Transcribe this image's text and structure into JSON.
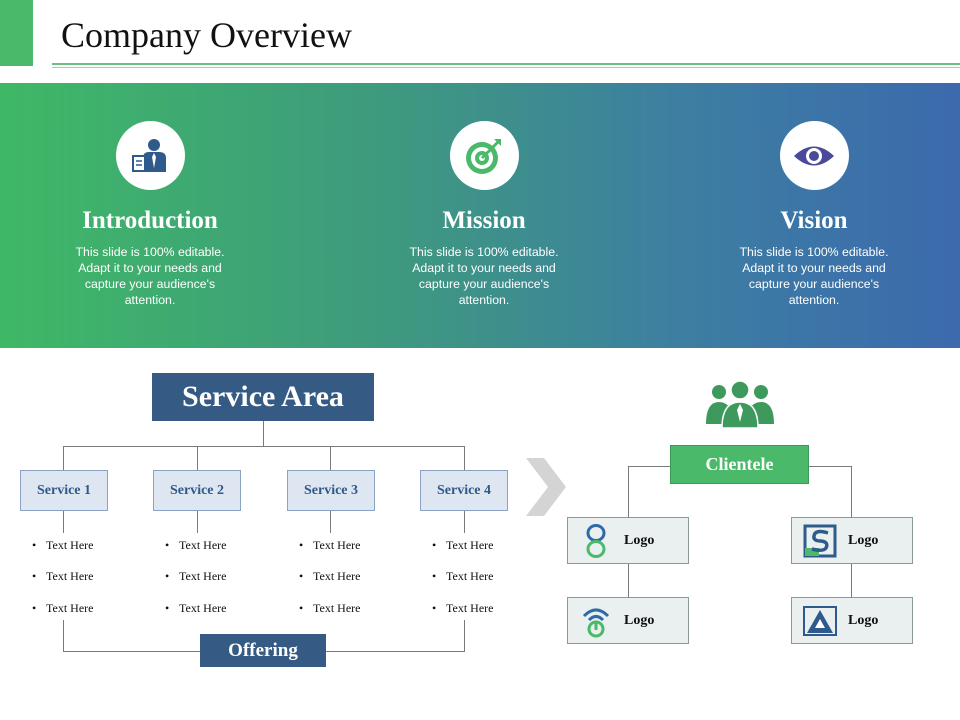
{
  "header": {
    "title": "Company Overview"
  },
  "pillars": [
    {
      "title": "Introduction",
      "text": "This slide is 100% editable. Adapt it to your needs and capture your audience's attention.",
      "icon": "presenter-icon"
    },
    {
      "title": "Mission",
      "text": "This slide is 100% editable. Adapt it to your needs and capture your audience's attention.",
      "icon": "target-icon"
    },
    {
      "title": "Vision",
      "text": "This slide is 100% editable. Adapt it to your needs and capture your audience's attention.",
      "icon": "eye-icon"
    }
  ],
  "service_area": {
    "title": "Service Area",
    "services": [
      {
        "label": "Service 1",
        "items": [
          "Text Here",
          "Text Here",
          "Text Here"
        ]
      },
      {
        "label": "Service 2",
        "items": [
          "Text Here",
          "Text Here",
          "Text Here"
        ]
      },
      {
        "label": "Service 3",
        "items": [
          "Text Here",
          "Text Here",
          "Text Here"
        ]
      },
      {
        "label": "Service 4",
        "items": [
          "Text Here",
          "Text Here",
          "Text Here"
        ]
      }
    ],
    "offering": "Offering"
  },
  "clientele": {
    "title": "Clientele",
    "logos": [
      {
        "label": "Logo",
        "icon": "infinity-icon"
      },
      {
        "label": "Logo",
        "icon": "s-square-icon"
      },
      {
        "label": "Logo",
        "icon": "wifi-power-icon"
      },
      {
        "label": "Logo",
        "icon": "triangle-a-icon"
      }
    ]
  },
  "colors": {
    "green": "#4aba6a",
    "navy": "#355b84",
    "blue": "#3c6aad",
    "light_blue": "#dde6f1"
  }
}
